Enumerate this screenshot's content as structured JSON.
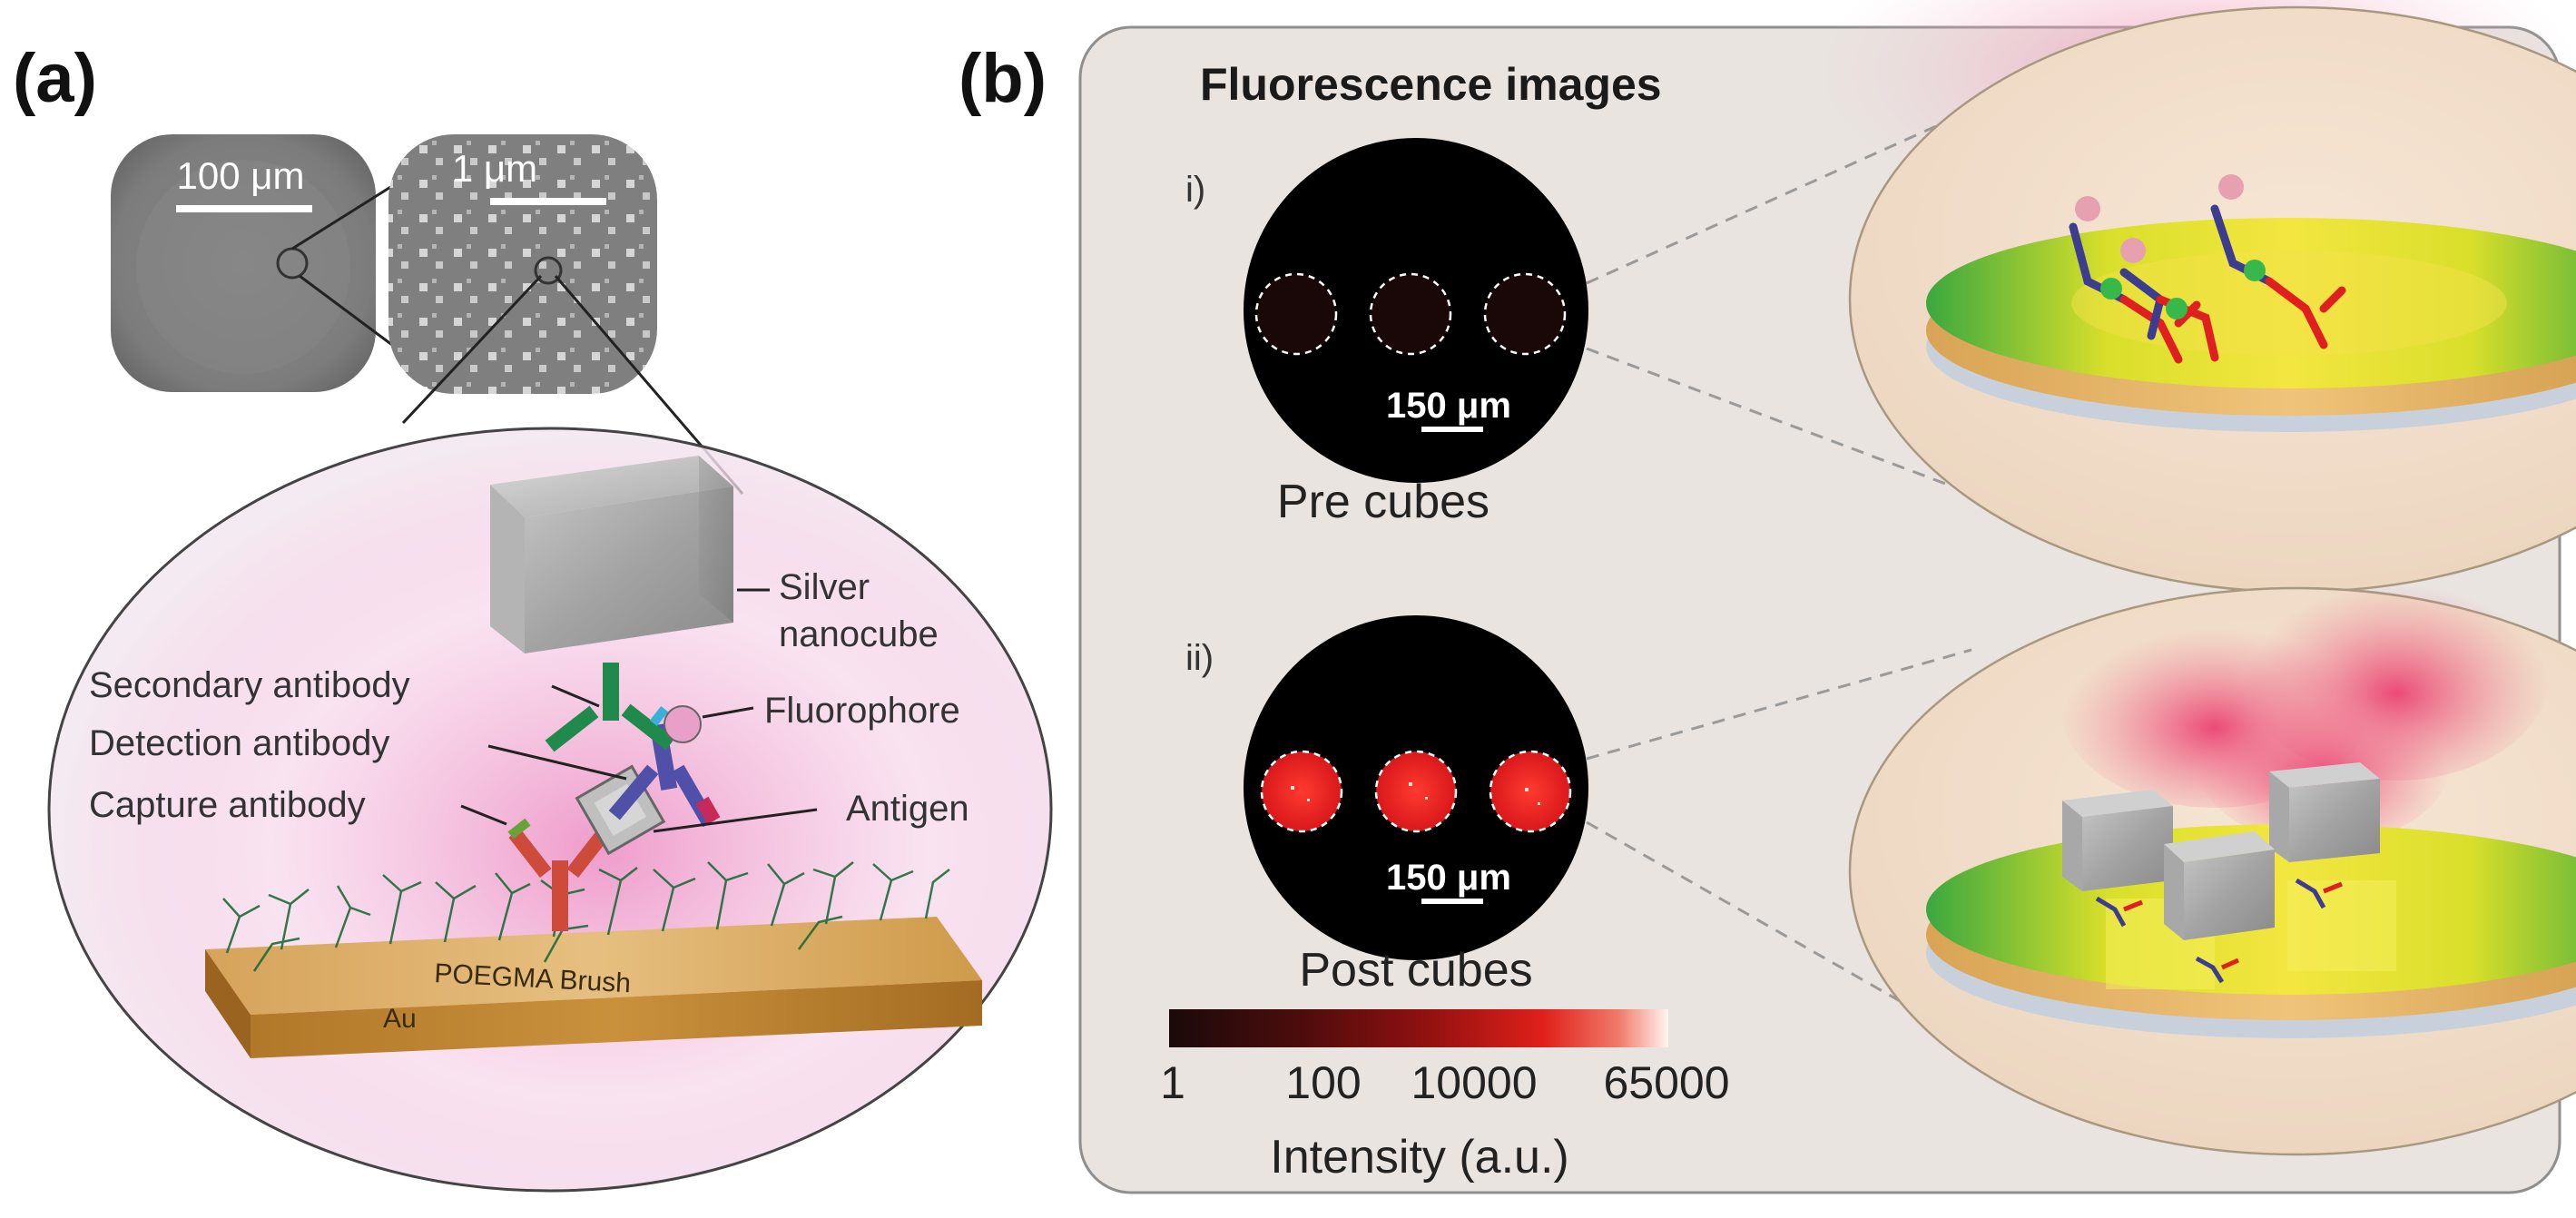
{
  "panel_a": {
    "label": "(a)",
    "sem_left_scale": "100 μm",
    "sem_right_scale": "1 μm",
    "labels": {
      "silver_line1": "Silver",
      "silver_line2": "nanocube",
      "secondary_antibody": "Secondary antibody",
      "detection_antibody": "Detection antibody",
      "capture_antibody": "Capture antibody",
      "fluorophore": "Fluorophore",
      "antigen": "Antigen",
      "brush": "POEGMA Brush",
      "au": "Au"
    }
  },
  "panel_b": {
    "label": "(b)",
    "title": "Fluorescence images",
    "row1": {
      "tag": "i)",
      "caption": "Pre cubes",
      "scale": "150 μm"
    },
    "row2": {
      "tag": "ii)",
      "caption": "Post cubes",
      "scale": "150 μm"
    },
    "colorbar": {
      "ticks": [
        "1",
        "100",
        "10000",
        "65000"
      ],
      "label": "Intensity (a.u.)"
    }
  },
  "colors": {
    "panel_bg": "#e9e4e0",
    "fluor_red": "#e8231c",
    "gold": "#c8923a",
    "cube_gray": "#9c9c9c",
    "capture_red": "#cc4b3a",
    "detection_blue": "#5050a8",
    "secondary_green": "#1f8a4c"
  }
}
